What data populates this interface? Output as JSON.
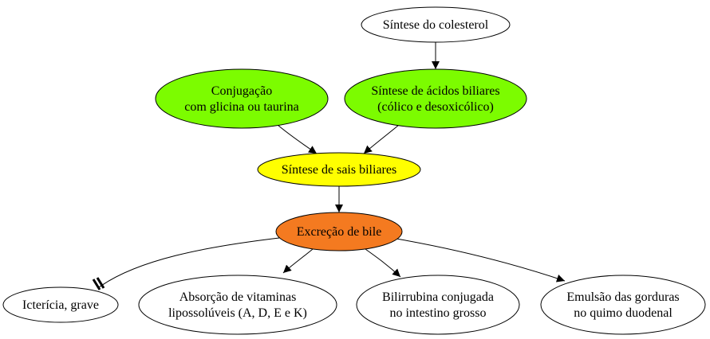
{
  "colors": {
    "white": "#ffffff",
    "green": "#7cfc00",
    "yellow": "#ffff00",
    "orange": "#f47a20",
    "stroke": "#000000"
  },
  "nodes": {
    "colesterol": {
      "lines": [
        "Síntese do colesterol"
      ],
      "fill": "white"
    },
    "conjugacao": {
      "lines": [
        "Conjugação",
        "com glicina ou taurina"
      ],
      "fill": "green"
    },
    "acidos": {
      "lines": [
        "Síntese de ácidos biliares",
        "(cólico e desoxicólico)"
      ],
      "fill": "green"
    },
    "sais": {
      "lines": [
        "Síntese de sais biliares"
      ],
      "fill": "yellow"
    },
    "bile": {
      "lines": [
        "Excreção de bile"
      ],
      "fill": "orange"
    },
    "ictericia": {
      "lines": [
        "Icterícia, grave"
      ],
      "fill": "white"
    },
    "vitaminas": {
      "lines": [
        "Absorção de vitaminas",
        "lipossolúveis (A, D, E e K)"
      ],
      "fill": "white"
    },
    "bilirrubina": {
      "lines": [
        "Bilirrubina conjugada",
        "no intestino grosso"
      ],
      "fill": "white"
    },
    "gorduras": {
      "lines": [
        "Emulsão das gorduras",
        "no quimo duodenal"
      ],
      "fill": "white"
    }
  },
  "edges": [
    {
      "from": "colesterol",
      "to": "acidos",
      "head": "arrow"
    },
    {
      "from": "conjugacao",
      "to": "sais",
      "head": "arrow"
    },
    {
      "from": "acidos",
      "to": "sais",
      "head": "arrow"
    },
    {
      "from": "sais",
      "to": "bile",
      "head": "arrow"
    },
    {
      "from": "bile",
      "to": "ictericia",
      "head": "tee"
    },
    {
      "from": "bile",
      "to": "vitaminas",
      "head": "arrow"
    },
    {
      "from": "bile",
      "to": "bilirrubina",
      "head": "arrow"
    },
    {
      "from": "bile",
      "to": "gorduras",
      "head": "arrow"
    }
  ]
}
